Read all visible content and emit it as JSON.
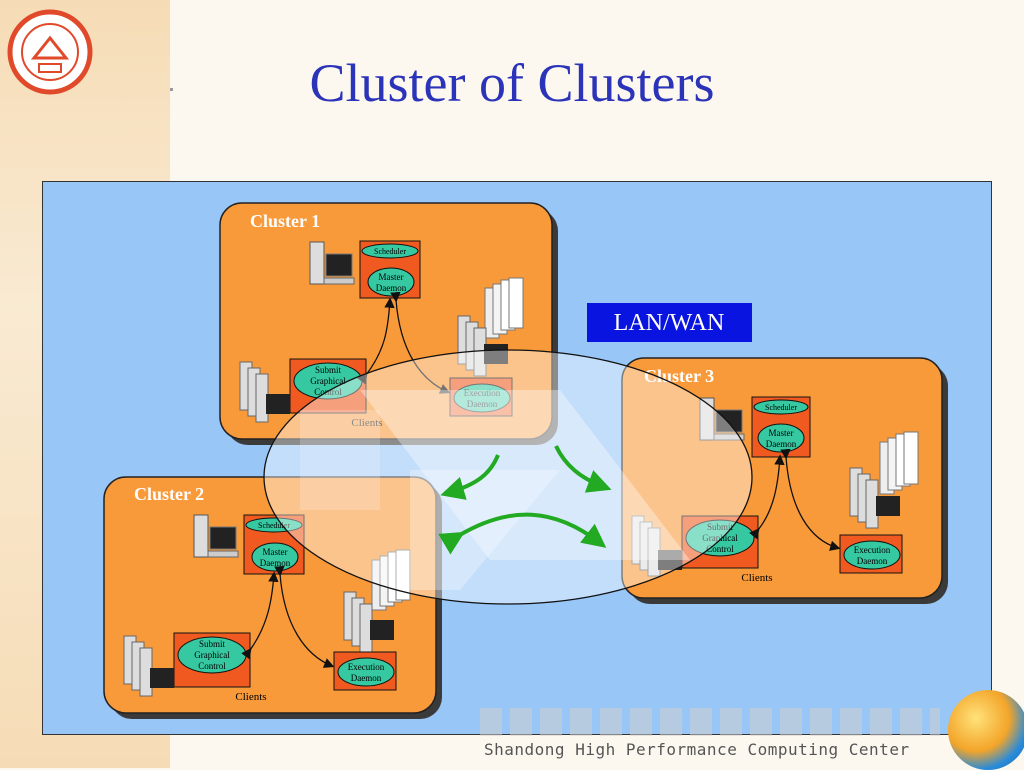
{
  "title": "Cluster of Clusters",
  "network_label": "LAN/WAN",
  "footer": "Shandong High Performance Computing Center",
  "clusters": [
    {
      "name": "Cluster 1",
      "scheduler": "Scheduler",
      "master": "Master Daemon",
      "submit": "Submit Graphical Control",
      "execution": "Execution Daemon",
      "clients": "Clients"
    },
    {
      "name": "Cluster 2",
      "scheduler": "Scheduler",
      "master": "Master Daemon",
      "submit": "Submit Graphical Control",
      "execution": "Execution Daemon",
      "clients": "Clients"
    },
    {
      "name": "Cluster 3",
      "scheduler": "Scheduler",
      "master": "Master Daemon",
      "submit": "Submit Graphical Control",
      "execution": "Execution Daemon",
      "clients": "Clients"
    }
  ],
  "colors": {
    "title": "#2b34b8",
    "panel": "#98c6f6",
    "cluster": "#f99a3a",
    "daemon_box": "#f05a20",
    "ellipse": "#36c8a0",
    "network_box": "#0a14e0",
    "arrow": "#22aa22"
  }
}
